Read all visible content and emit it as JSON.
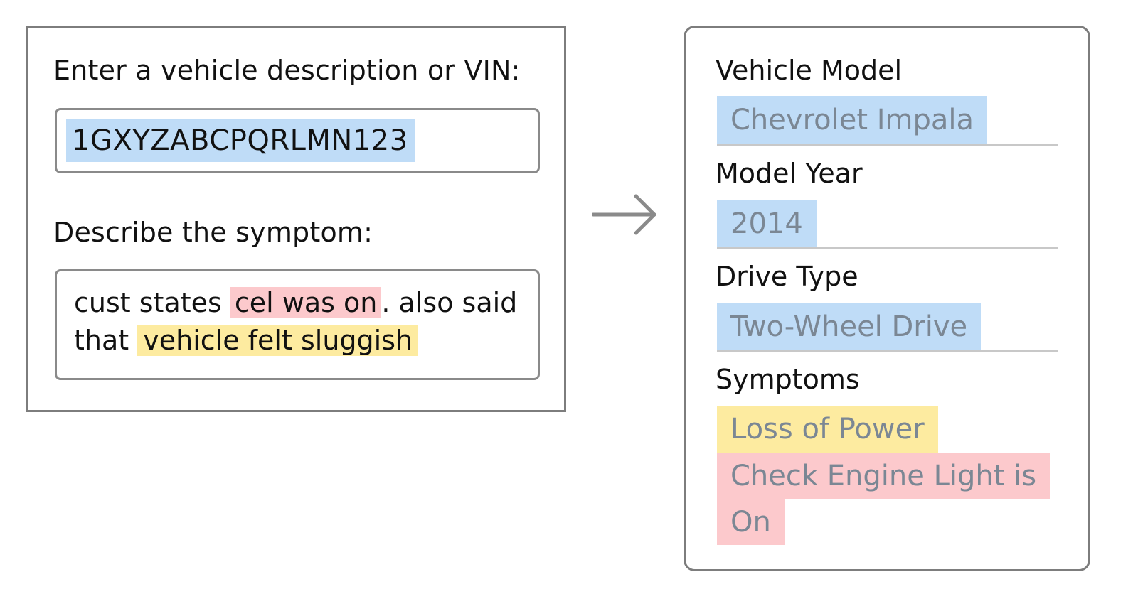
{
  "input": {
    "vin_label": "Enter a vehicle description or VIN:",
    "vin_value": "1GXYZABCPQRLMN123",
    "symptom_label": "Describe the symptom:",
    "symptom_text": {
      "part1": "cust states ",
      "highlight_red": "cel was on",
      "part2": ". also said",
      "part3": "that ",
      "highlight_yellow": "vehicle felt sluggish"
    }
  },
  "output": {
    "model_label": "Vehicle Model",
    "model_value": "Chevrolet Impala",
    "year_label": "Model Year",
    "year_value": "2014",
    "drive_label": "Drive Type",
    "drive_value": "Two-Wheel Drive",
    "symptoms_label": "Symptoms",
    "symptoms": [
      {
        "line1": "Loss of Power",
        "line2": ""
      },
      {
        "line1": "Check Engine Light is",
        "line2": "On"
      }
    ]
  },
  "colors": {
    "highlight_blue": "#bfdcf7",
    "highlight_red": "#fcc9cc",
    "highlight_yellow": "#fdeba0",
    "border_gray": "#7d7d7d",
    "value_text_gray": "#7b8794",
    "arrow_gray": "#8a8a8a"
  },
  "icons": {
    "flow_arrow": "right-arrow-icon"
  }
}
